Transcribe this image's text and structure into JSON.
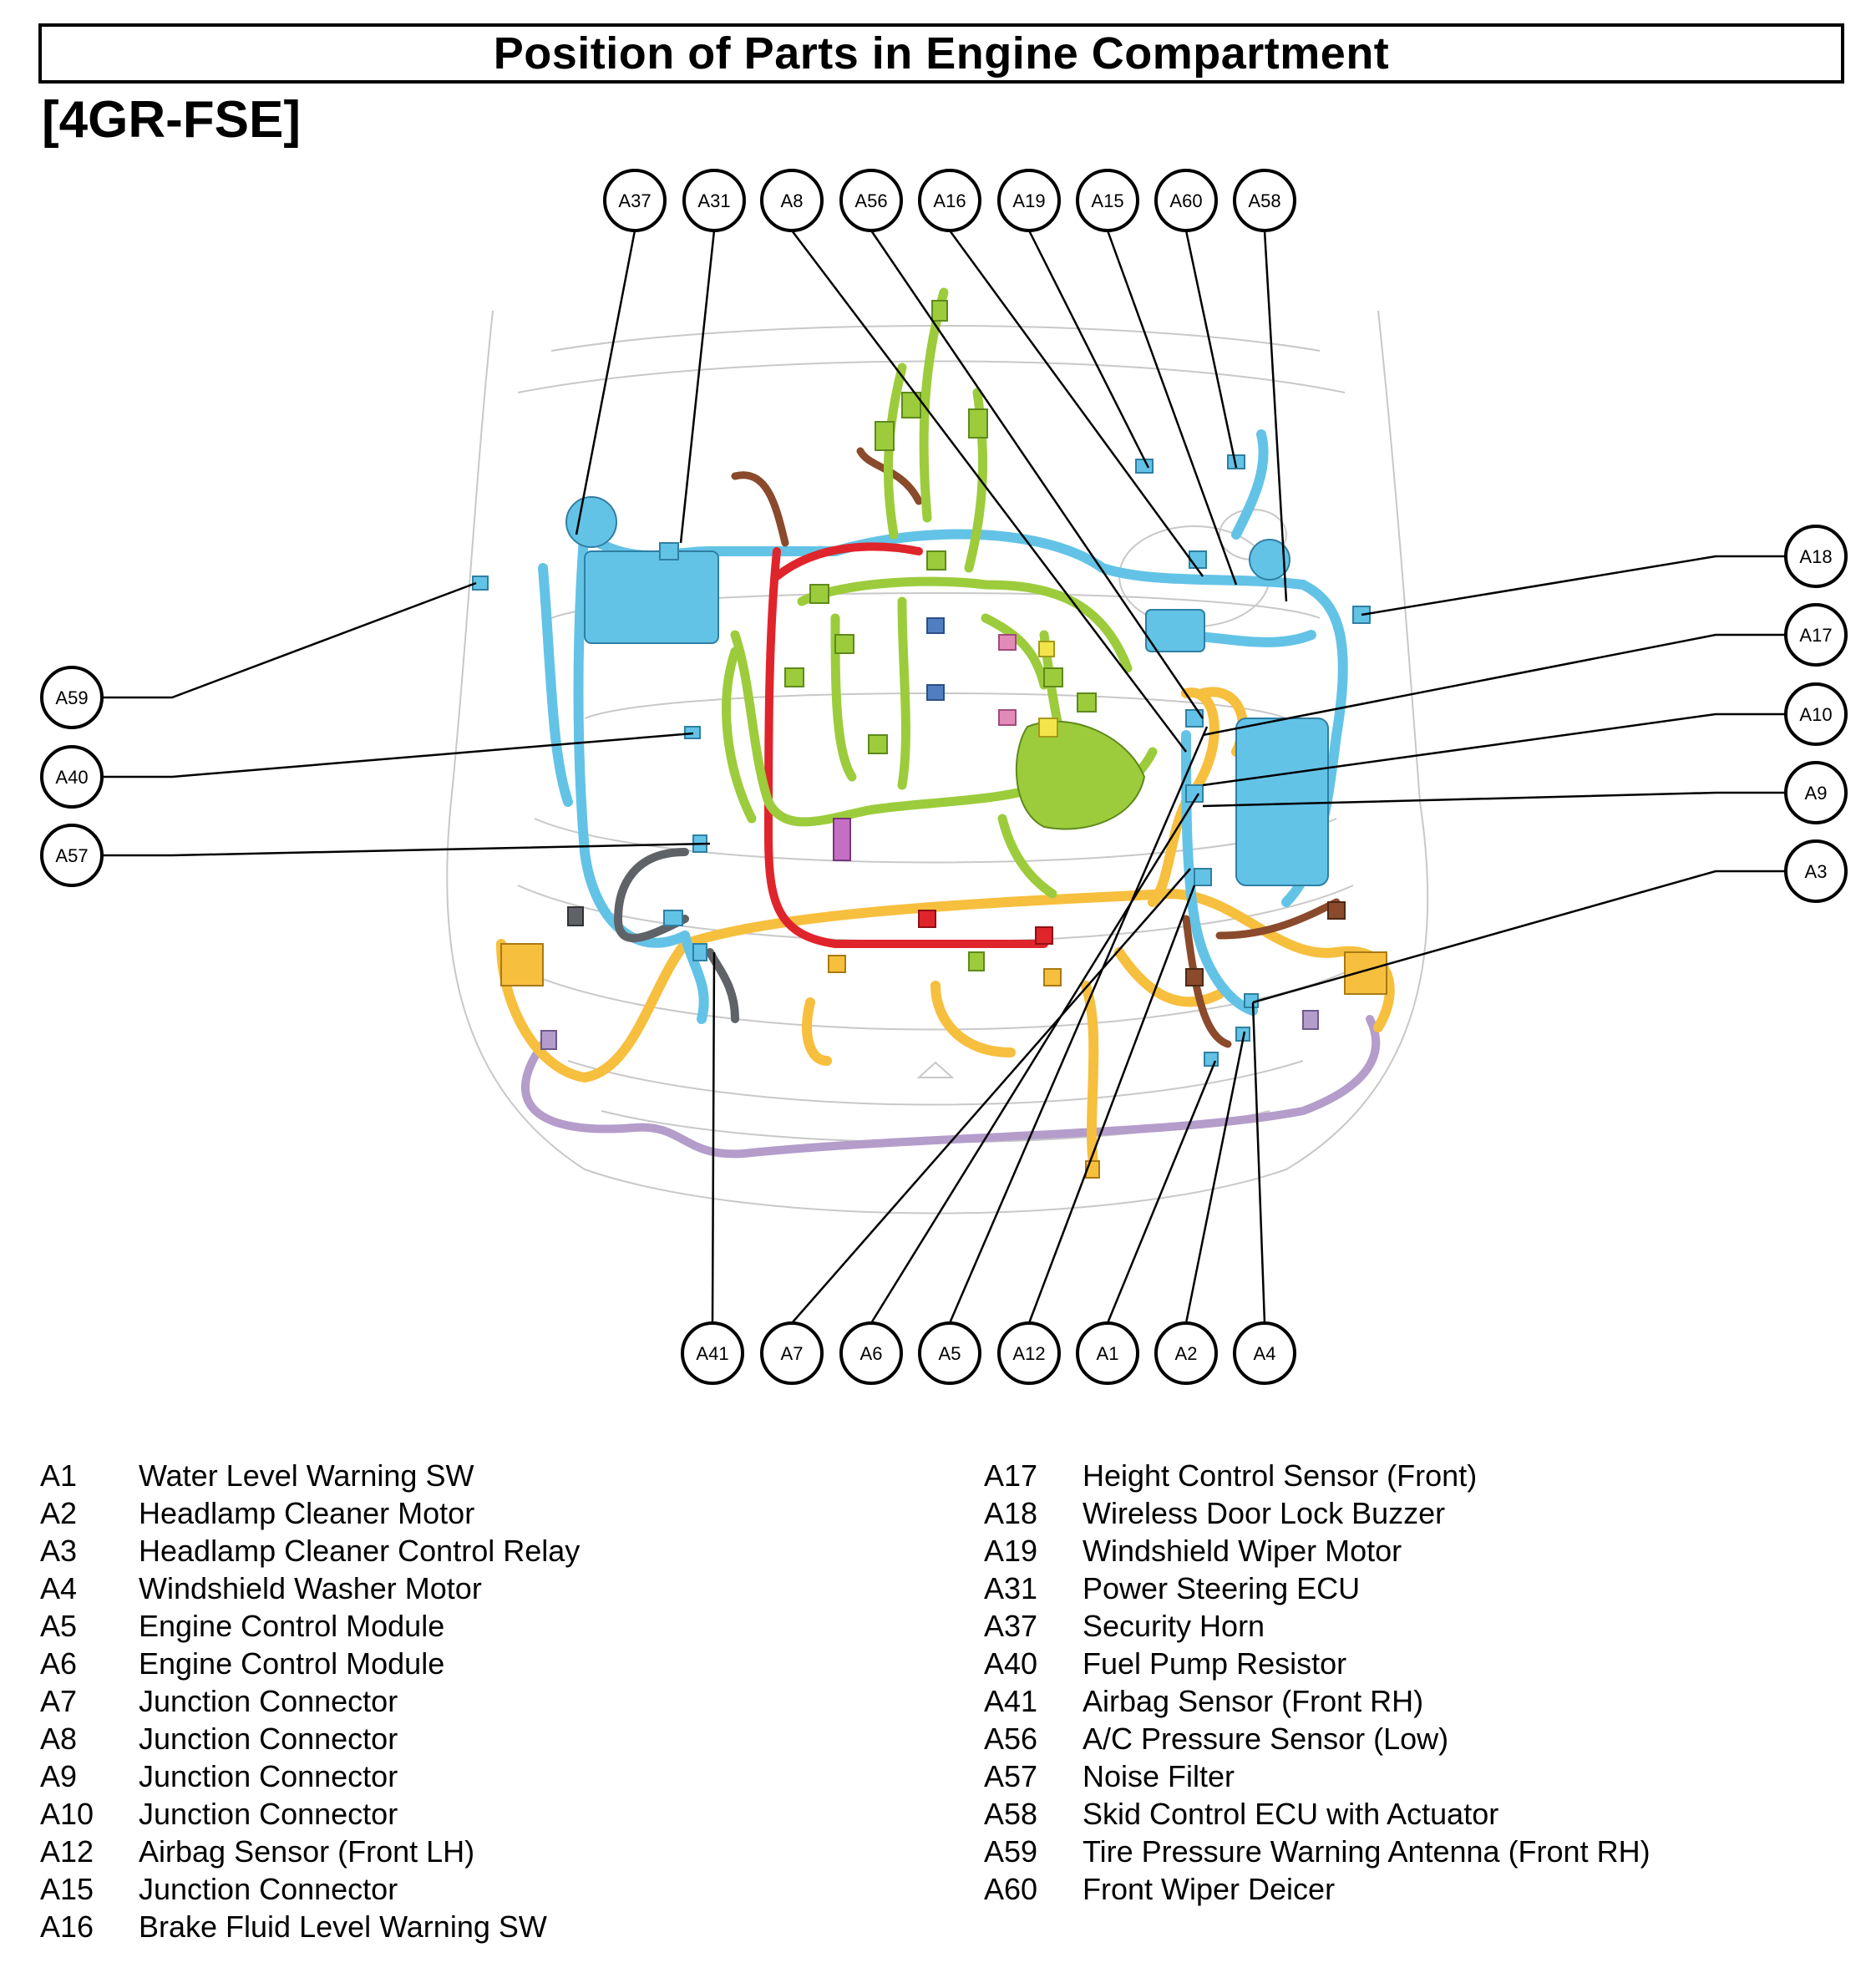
{
  "title": "Position of Parts in Engine Compartment",
  "subtitle": "[4GR-FSE]",
  "colors": {
    "harness_green": "#9ccc3c",
    "harness_blue": "#63c3e6",
    "harness_yellow": "#f7bf3e",
    "harness_red": "#e0242b",
    "harness_brown": "#8a4a2b",
    "harness_purple": "#b49ccb",
    "harness_gray": "#5f6368",
    "outline": "#c8c8c8"
  },
  "callouts": {
    "top": [
      "A37",
      "A31",
      "A8",
      "A56",
      "A16",
      "A19",
      "A15",
      "A60",
      "A58"
    ],
    "left": [
      "A59",
      "A40",
      "A57"
    ],
    "right": [
      "A18",
      "A17",
      "A10",
      "A9",
      "A3"
    ],
    "bottom": [
      "A41",
      "A7",
      "A6",
      "A5",
      "A12",
      "A1",
      "A2",
      "A4"
    ]
  },
  "legend": {
    "left": [
      {
        "code": "A1",
        "name": "Water Level Warning SW"
      },
      {
        "code": "A2",
        "name": "Headlamp Cleaner Motor"
      },
      {
        "code": "A3",
        "name": "Headlamp Cleaner Control Relay"
      },
      {
        "code": "A4",
        "name": "Windshield Washer Motor"
      },
      {
        "code": "A5",
        "name": "Engine Control Module"
      },
      {
        "code": "A6",
        "name": "Engine Control Module"
      },
      {
        "code": "A7",
        "name": "Junction Connector"
      },
      {
        "code": "A8",
        "name": "Junction Connector"
      },
      {
        "code": "A9",
        "name": "Junction Connector"
      },
      {
        "code": "A10",
        "name": "Junction Connector"
      },
      {
        "code": "A12",
        "name": "Airbag Sensor (Front LH)"
      },
      {
        "code": "A15",
        "name": "Junction Connector"
      },
      {
        "code": "A16",
        "name": "Brake Fluid Level Warning SW"
      }
    ],
    "right": [
      {
        "code": "A17",
        "name": "Height Control Sensor (Front)"
      },
      {
        "code": "A18",
        "name": "Wireless Door Lock Buzzer"
      },
      {
        "code": "A19",
        "name": "Windshield Wiper Motor"
      },
      {
        "code": "A31",
        "name": "Power Steering ECU"
      },
      {
        "code": "A37",
        "name": "Security Horn"
      },
      {
        "code": "A40",
        "name": "Fuel Pump Resistor"
      },
      {
        "code": "A41",
        "name": "Airbag Sensor (Front RH)"
      },
      {
        "code": "A56",
        "name": "A/C Pressure Sensor (Low)"
      },
      {
        "code": "A57",
        "name": "Noise Filter"
      },
      {
        "code": "A58",
        "name": "Skid Control ECU with Actuator"
      },
      {
        "code": "A59",
        "name": "Tire Pressure Warning Antenna (Front RH)"
      },
      {
        "code": "A60",
        "name": "Front Wiper Deicer"
      }
    ]
  }
}
